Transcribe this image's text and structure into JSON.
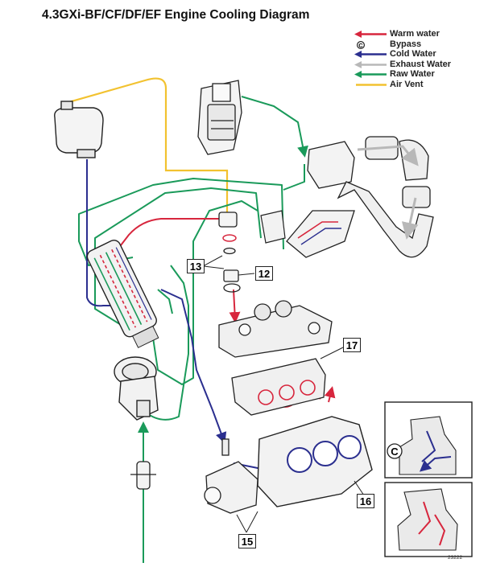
{
  "title": "4.3GXi-BF/CF/DF/EF Engine Cooling Diagram",
  "legend": [
    {
      "label": "Warm water",
      "color": "#d7263d",
      "kind": "arrow"
    },
    {
      "label": "Bypass",
      "color": "#222222",
      "kind": "circle-c"
    },
    {
      "label": "Cold Water",
      "color": "#2b2f8f",
      "kind": "arrow"
    },
    {
      "label": "Exhaust Water",
      "color": "#b8b8b8",
      "kind": "arrow"
    },
    {
      "label": "Raw Water",
      "color": "#1a9a5a",
      "kind": "arrow"
    },
    {
      "label": "Air Vent",
      "color": "#f2c230",
      "kind": "line"
    }
  ],
  "callouts": [
    "13",
    "12",
    "17",
    "16",
    "15"
  ],
  "bypass_symbol": "C",
  "figure_number": "23222"
}
